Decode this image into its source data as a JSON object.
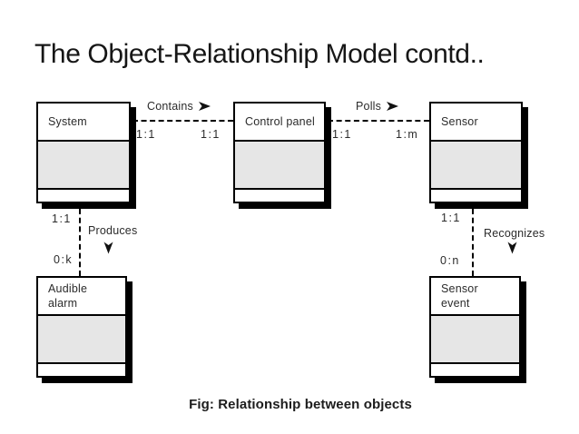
{
  "slide": {
    "title": "The Object-Relationship Model contd..",
    "caption": "Fig: Relationship between objects"
  },
  "colors": {
    "background": "#ffffff",
    "box_fill": "#ffffff",
    "attribute_fill": "#e6e6e6",
    "line": "#000000",
    "shadow": "#000000",
    "text": "#2b2b2b"
  },
  "icons": {
    "arrow_right": "right-pointing-arrowhead",
    "arrow_down": "down-pointing-arrowhead"
  },
  "diagram": {
    "nodes": [
      {
        "label": "System"
      },
      {
        "label": "Control panel"
      },
      {
        "label": "Sensor"
      },
      {
        "label": "Audible\nalarm"
      },
      {
        "label": "Sensor\nevent"
      }
    ],
    "relationships": [
      {
        "name": "Contains",
        "direction": "right",
        "from_card": "1:1",
        "to_card": "1:1"
      },
      {
        "name": "Polls",
        "direction": "right",
        "from_card": "1:1",
        "to_card": "1:m"
      },
      {
        "name": "Produces",
        "direction": "down",
        "from_card": "1:1",
        "to_card": "0:k"
      },
      {
        "name": "Recognizes",
        "direction": "down",
        "from_card": "1:1",
        "to_card": "0:n"
      }
    ]
  }
}
